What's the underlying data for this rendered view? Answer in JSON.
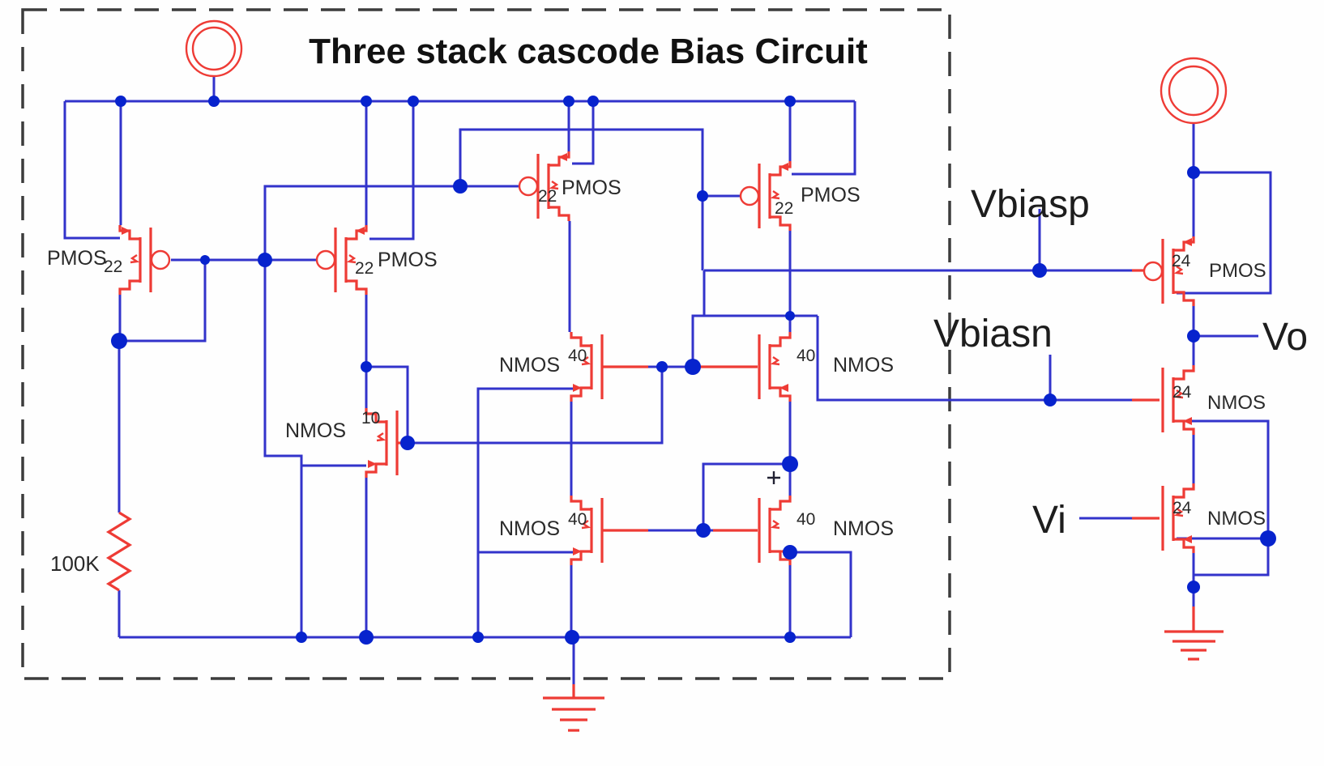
{
  "title": "Three stack cascode Bias Circuit",
  "colors": {
    "wire_blue": "#3233cb",
    "component_red": "#ee3b35",
    "junction_dot_blue": "#0723cd",
    "border_dash_gray": "#3c3c3c",
    "label_text": "#2a2a2a",
    "title_text": "#111111",
    "background": "#fefefe"
  },
  "labels": {
    "vbiasp": "Vbiasp",
    "vbiasn": "Vbiasn",
    "vo": "Vo",
    "vi": "Vi",
    "resistor_value": "100K"
  },
  "transistors": {
    "m1": {
      "type": "PMOS",
      "w": "22"
    },
    "m2": {
      "w": "22",
      "type": "PMOS"
    },
    "m3": {
      "w": "22",
      "type": "PMOS"
    },
    "m4": {
      "w": "22",
      "type": "PMOS"
    },
    "m5": {
      "type": "NMOS",
      "w": "10"
    },
    "m6": {
      "type": "NMOS",
      "w": "40"
    },
    "m7": {
      "w": "40",
      "type": "NMOS"
    },
    "m8": {
      "type": "NMOS",
      "w": "40"
    },
    "m9": {
      "w": "40",
      "type": "NMOS"
    },
    "m10": {
      "w": "24",
      "type": "PMOS"
    },
    "m11": {
      "w": "24",
      "type": "NMOS"
    },
    "m12": {
      "w": "24",
      "type": "NMOS"
    }
  }
}
